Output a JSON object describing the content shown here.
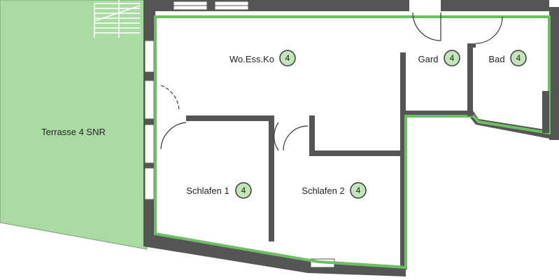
{
  "plan": {
    "terrace": {
      "label": "Terrasse 4 SNR",
      "color": "#a9dba3"
    },
    "rooms": [
      {
        "id": "wohnen",
        "label": "Wo.Ess.Ko",
        "number": "4"
      },
      {
        "id": "gard",
        "label": "Gard",
        "number": "4"
      },
      {
        "id": "bad",
        "label": "Bad",
        "number": "4"
      },
      {
        "id": "schlafen1",
        "label": "Schlafen 1",
        "number": "4"
      },
      {
        "id": "schlafen2",
        "label": "Schlafen 2",
        "number": "4"
      }
    ],
    "colors": {
      "wall": "#555555",
      "outline": "#6dbf63",
      "badge_fill": "#c3e6b9",
      "badge_stroke": "#3a3a3a"
    }
  }
}
